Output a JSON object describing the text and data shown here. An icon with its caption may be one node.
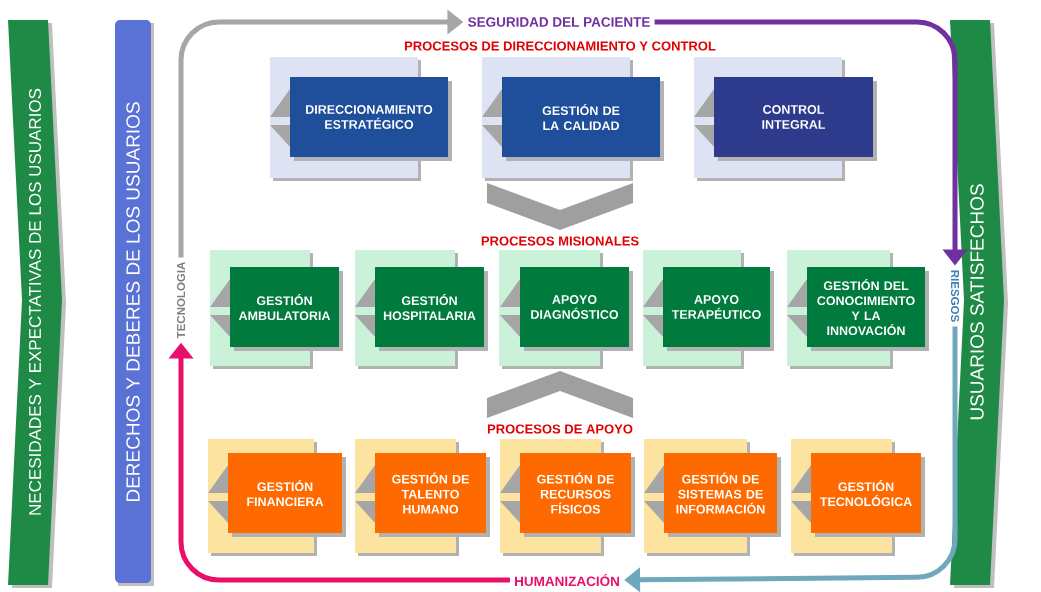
{
  "diagram": {
    "nodes": [
      {
        "text": [
          "NECESIDADES Y EXPECTATIVAS DE LOS USUARIOS"
        ]
      },
      {
        "text": [
          "DERECHOS Y DEBERES DE LOS USUARIOS"
        ]
      },
      {
        "text": [
          "USUARIOS SATISFECHOS"
        ]
      },
      {
        "text": [
          "DIRECCIONAMIENTO ESTRATÉGICO"
        ]
      },
      {
        "text": [
          "GESTIÓN DE LA CALIDAD"
        ]
      },
      {
        "text": [
          "CONTROL INTEGRAL"
        ]
      },
      {
        "text": [
          "GESTIÓN AMBULATORIA"
        ]
      },
      {
        "text": [
          "GESTIÓN HOSPITALARIA"
        ]
      },
      {
        "text": [
          "APOYO DIAGNÓSTICO"
        ]
      },
      {
        "text": [
          "APOYO TERAPÉUTICO"
        ]
      },
      {
        "text": [
          "GESTIÓN DEL CONOCIMIENTO Y LA INNOVACIÓN"
        ]
      },
      {
        "text": [
          "GESTIÓN FINANCIERA"
        ]
      },
      {
        "text": [
          "GESTIÓN DE TALENTO HUMANO"
        ]
      },
      {
        "text": [
          "GESTIÓN DE RECURSOS FÍSICOS"
        ]
      },
      {
        "text": [
          "GESTIÓN DE SISTEMAS DE INFORMACIÓN"
        ]
      },
      {
        "text": [
          "GESTIÓN TECNOLÓGICA"
        ]
      },
      {
        "text": [
          "SEGURIDAD DEL PACIENTE"
        ]
      },
      {
        "text": [
          "RIESGOS"
        ]
      },
      {
        "text": [
          "HUMANIZACIÓN"
        ]
      },
      {
        "text": [
          "TECNOLOGIA"
        ]
      }
    ],
    "edges": [
      {
        "from": 19,
        "to": 16,
        "arrow": "to",
        "color": "#a6a6a6"
      },
      {
        "from": 16,
        "to": 17,
        "arrow": "to",
        "color": "#7030a0"
      },
      {
        "from": 17,
        "to": 18,
        "arrow": "to",
        "color": "#6fa8bc"
      },
      {
        "from": 18,
        "to": 19,
        "arrow": "to",
        "color": "#e8106a"
      }
    ],
    "labels": [
      "PROCESOS DE DIRECCIONAMIENTO Y CONTROL",
      "PROCESOS MISIONALES",
      "PROCESOS DE APOYO"
    ]
  }
}
